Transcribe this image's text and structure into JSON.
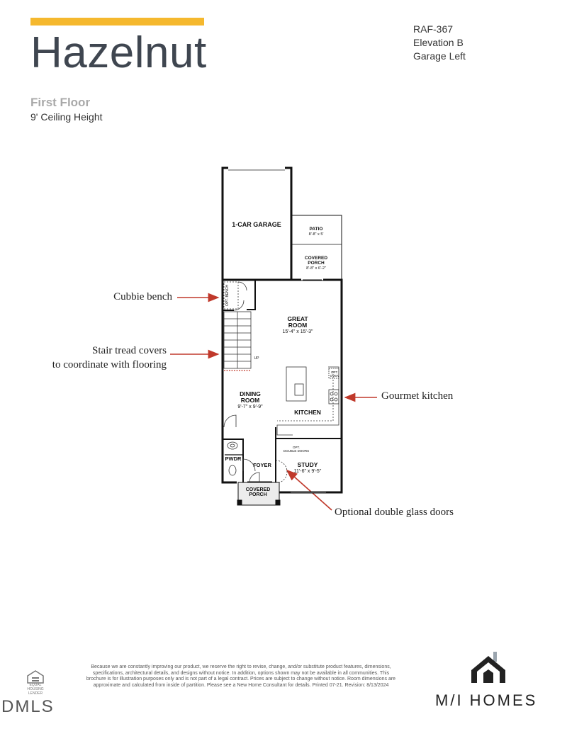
{
  "header": {
    "title": "Hazelnut",
    "plan_code": "RAF-367",
    "elevation": "Elevation B",
    "garage": "Garage Left",
    "floor": "First Floor",
    "ceiling": "9' Ceiling Height",
    "accent_color": "#f5b82e"
  },
  "rooms": {
    "garage": {
      "name": "1-CAR GARAGE"
    },
    "patio": {
      "name": "PATIO",
      "dims": "8'-8\" x 5'"
    },
    "covered_porch_rear": {
      "line1": "COVERED",
      "line2": "PORCH",
      "dims": "8'-8\" x 6'-2\""
    },
    "great_room": {
      "line1": "GREAT",
      "line2": "ROOM",
      "dims": "15'-4\" x 15'-3\""
    },
    "dining_room": {
      "line1": "DINING",
      "line2": "ROOM",
      "dims": "9'-7\" x 9'-9\""
    },
    "kitchen": {
      "name": "KITCHEN"
    },
    "study": {
      "name": "STUDY",
      "dims": "11'-6\" x 9'-5\""
    },
    "pwdr": {
      "name": "PWDR"
    },
    "foyer": {
      "name": "FOYER"
    },
    "covered_porch_front": {
      "line1": "COVERED",
      "line2": "PORCH"
    },
    "opt_bench": "OPT. BENCH",
    "opt_oven_line1": "OPT.",
    "opt_oven_line2": "OVEN",
    "opt_doors_line1": "OPT.",
    "opt_doors_line2": "DOUBLE DOORS",
    "stair_up": "UP"
  },
  "callouts": {
    "cubbie": "Cubbie bench",
    "stair_line1": "Stair tread covers",
    "stair_line2": "to coordinate with flooring",
    "kitchen": "Gourmet kitchen",
    "doors": "Optional double glass doors",
    "arrow_color": "#c0392b"
  },
  "footer": {
    "disclaimer": "Because we are constantly improving our product, we reserve the right to revise, change, and/or substitute product features, dimensions, specifications, architectural details, and designs without notice. In addition, options shown may not be available in all communities. This brochure is for illustration purposes only and is not part of a legal contract. Prices are subject to change without notice. Room dimensions are approximate and calculated from inside of partition. Please see a New Home Consultant for details. Printed 07-21. Revision: 8/13/2024",
    "brand": "M/I HOMES",
    "eho": "EQUAL HOUSING LENDER",
    "dmls": "DMLS"
  }
}
